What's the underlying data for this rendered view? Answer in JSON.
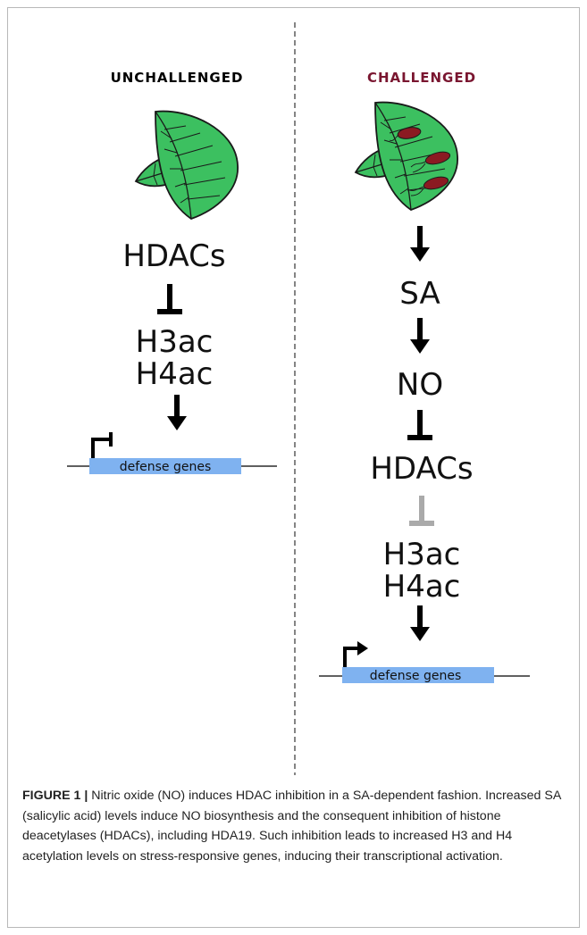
{
  "panels": {
    "unchallenged": {
      "title": "UNCHALLENGED",
      "title_color": "#000000",
      "nodes": [
        "HDACs",
        "H3ac",
        "H4ac"
      ],
      "gene_label": "defense genes"
    },
    "challenged": {
      "title": "CHALLENGED",
      "title_color": "#7a1630",
      "nodes": [
        "SA",
        "NO",
        "HDACs",
        "H3ac",
        "H4ac"
      ],
      "gene_label": "defense genes"
    }
  },
  "colors": {
    "leaf_fill": "#3cc060",
    "leaf_stroke": "#1a1a1a",
    "pathogen": "#8b1a22",
    "gene_box": "#7fb2f0",
    "arrow": "#000000",
    "inhibited_arrow": "#aaaaaa"
  },
  "caption": {
    "label": "FIGURE 1 |",
    "text": " Nitric oxide (NO) induces HDAC inhibition in a SA-dependent fashion. Increased SA (salicylic acid) levels induce NO biosynthesis and the consequent inhibition of histone deacetylases (HDACs), including HDA19. Such inhibition leads to increased H3 and H4 acetylation levels on stress-responsive genes, inducing their transcriptional activation."
  }
}
